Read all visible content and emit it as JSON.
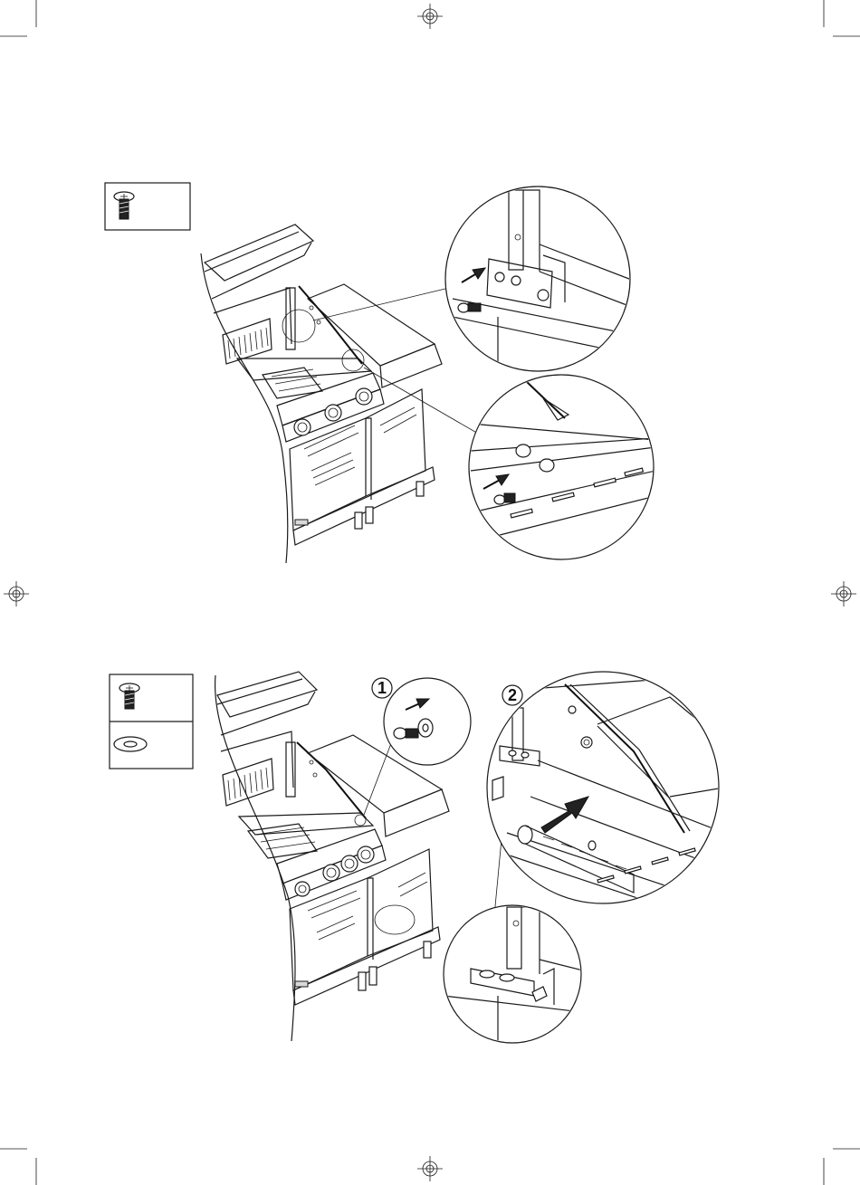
{
  "page": {
    "background": "#ffffff",
    "line_color": "#1a1a1a"
  },
  "steps": [
    {
      "parts_box": {
        "items": [
          "screw-icon"
        ]
      },
      "detail_callouts": [
        "upper-bracket-detail",
        "lower-bracket-detail"
      ]
    },
    {
      "parts_box": {
        "items": [
          "screw-icon",
          "washer-icon"
        ]
      },
      "substep_labels": [
        "1",
        "2"
      ]
    }
  ]
}
